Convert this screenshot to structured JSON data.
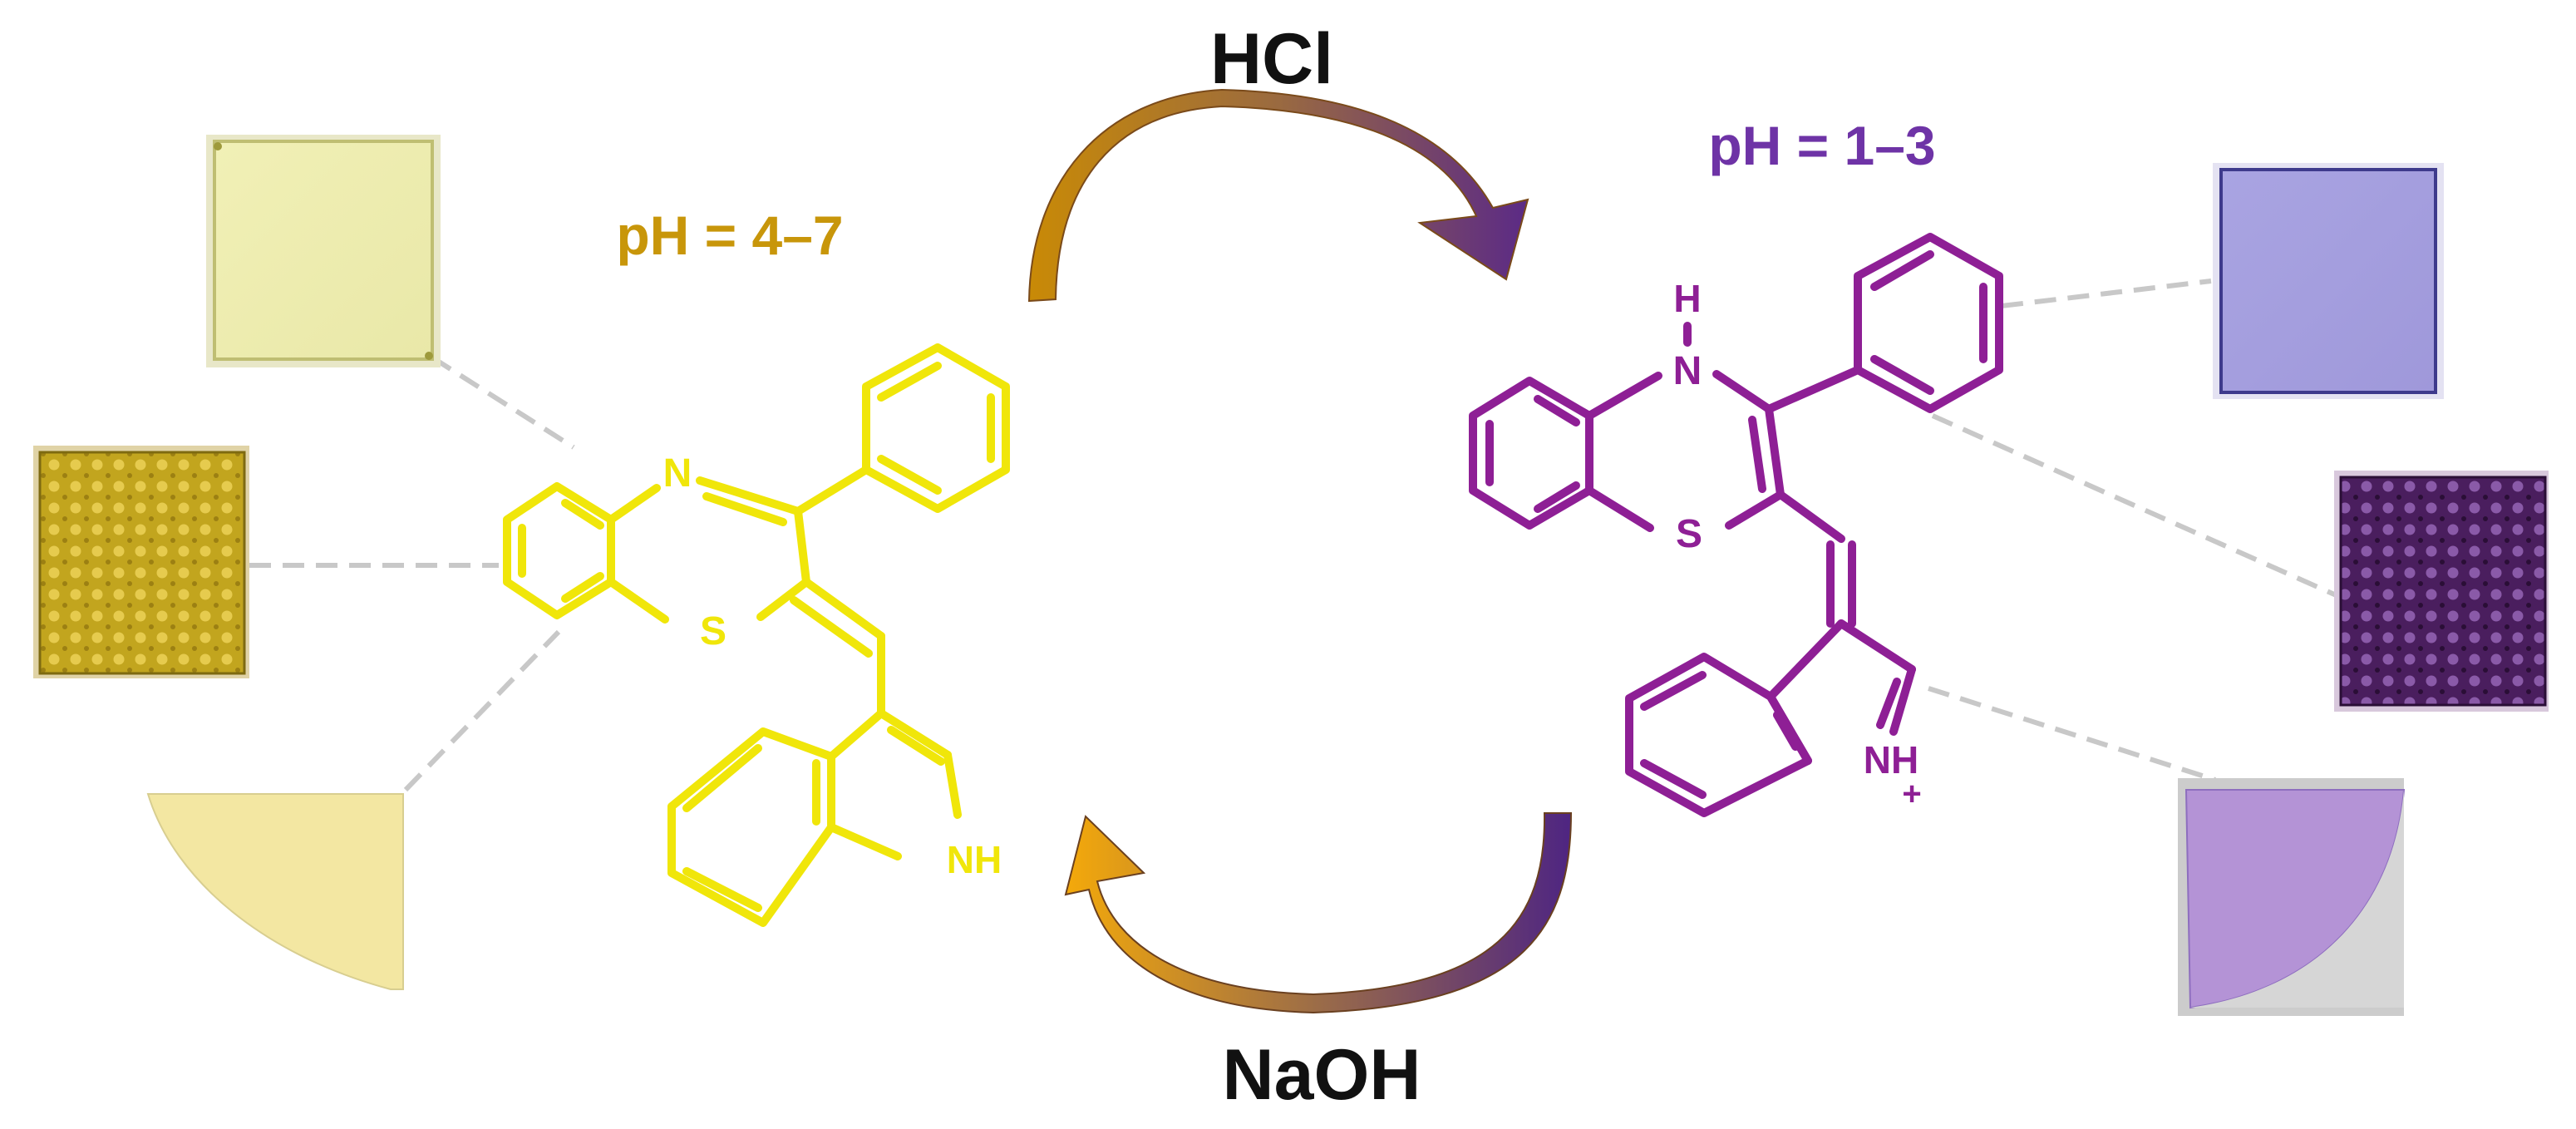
{
  "reagents": {
    "acid": "HCl",
    "base": "NaOH"
  },
  "states": {
    "neutral": {
      "ph_label": "pH = 4–7",
      "color": "#F0E60A",
      "label_color": "#C8960A",
      "atoms": {
        "n_ring": "N",
        "s_ring": "S",
        "nh_indole": "NH"
      }
    },
    "protonated": {
      "ph_label": "pH = 1–3",
      "color": "#8E1F95",
      "label_color": "#6E33A6",
      "atoms": {
        "h_top": "H",
        "n_ring": "N",
        "s_ring": "S",
        "nh_indole": "NH",
        "plus": "+"
      }
    }
  },
  "samples": {
    "neutral": [
      "transparent-film",
      "mesh-fabric",
      "paper-quarter-disc"
    ],
    "protonated": [
      "transparent-film",
      "mesh-fabric",
      "paper-quarter-disc"
    ]
  },
  "colors": {
    "arrow_gold": "#C98A06",
    "arrow_orange": "#F4A90A",
    "arrow_purple": "#5B2A86",
    "dash_line": "#C8C8C8",
    "reagent_text": "#111111"
  }
}
